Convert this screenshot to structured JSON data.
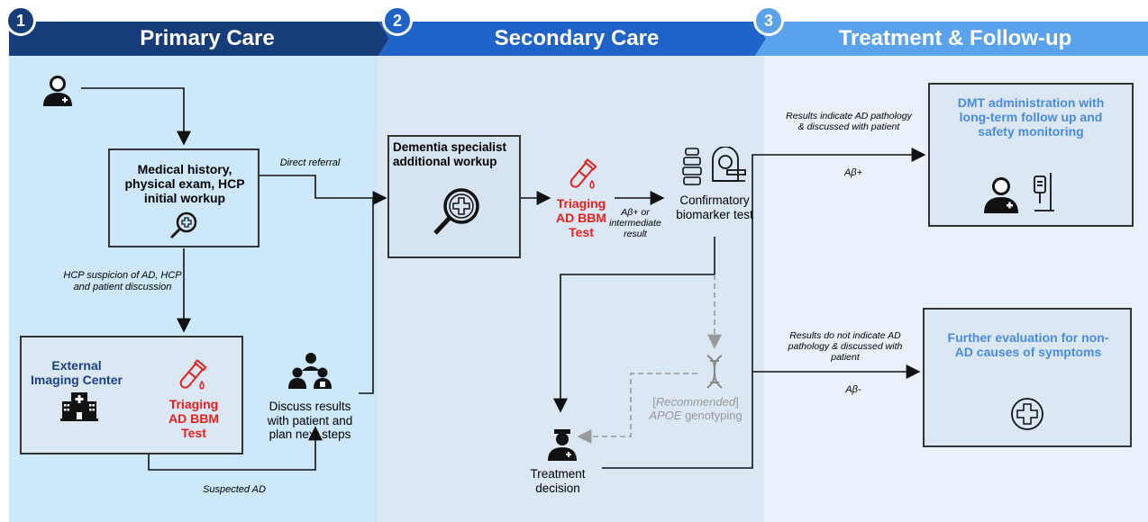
{
  "columns": [
    {
      "number": "1",
      "title": "Primary Care"
    },
    {
      "number": "2",
      "title": "Secondary Care"
    },
    {
      "number": "3",
      "title": "Treatment & Follow-up"
    }
  ],
  "primary": {
    "medical_history": "Medical history, physical exam, HCP initial workup",
    "direct_referral": "Direct referral",
    "hcp_suspicion": "HCP suspicion of AD, HCP and patient discussion",
    "external_imaging": "External Imaging Center",
    "triaging_test": "Triaging AD BBM Test",
    "discuss_results": "Discuss results with patient and plan next steps",
    "suspected_ad": "Suspected AD"
  },
  "secondary": {
    "specialist": "Dementia specialist additional workup",
    "triaging_test": "Triaging AD BBM Test",
    "abeta_intermediate": "Aβ+ or intermediate result",
    "confirmatory": "Confirmatory biomarker test",
    "recommended": "Recommended",
    "apoe": "APOE",
    "genotyping": "genotyping",
    "treatment_decision": "Treatment decision"
  },
  "treatment": {
    "results_indicate": "Results indicate AD pathology & discussed with patient",
    "abeta_pos": "Aβ+",
    "dmt": "DMT administration with long-term follow up and safety monitoring",
    "results_not": "Results do not indicate AD pathology & discussed with patient",
    "abeta_neg": "Aβ-",
    "further_eval": "Further evaluation for non-AD causes of symptoms"
  },
  "colors": {
    "header1": "#163c7a",
    "header2": "#1f63c9",
    "header3": "#5aa2ec",
    "bg1": "#cde8fb",
    "bg2": "#dbe7f3",
    "bg3": "#e9f1fa",
    "red_text": "#e8201c",
    "blue_text": "#4a8be0"
  },
  "icons": [
    "doctor-icon",
    "magnifier-cross-icon",
    "test-tube-icon",
    "spine-icon",
    "mri-scanner-icon",
    "dna-icon",
    "hospital-icon",
    "care-team-icon",
    "iv-drip-icon",
    "medical-cross-icon"
  ]
}
